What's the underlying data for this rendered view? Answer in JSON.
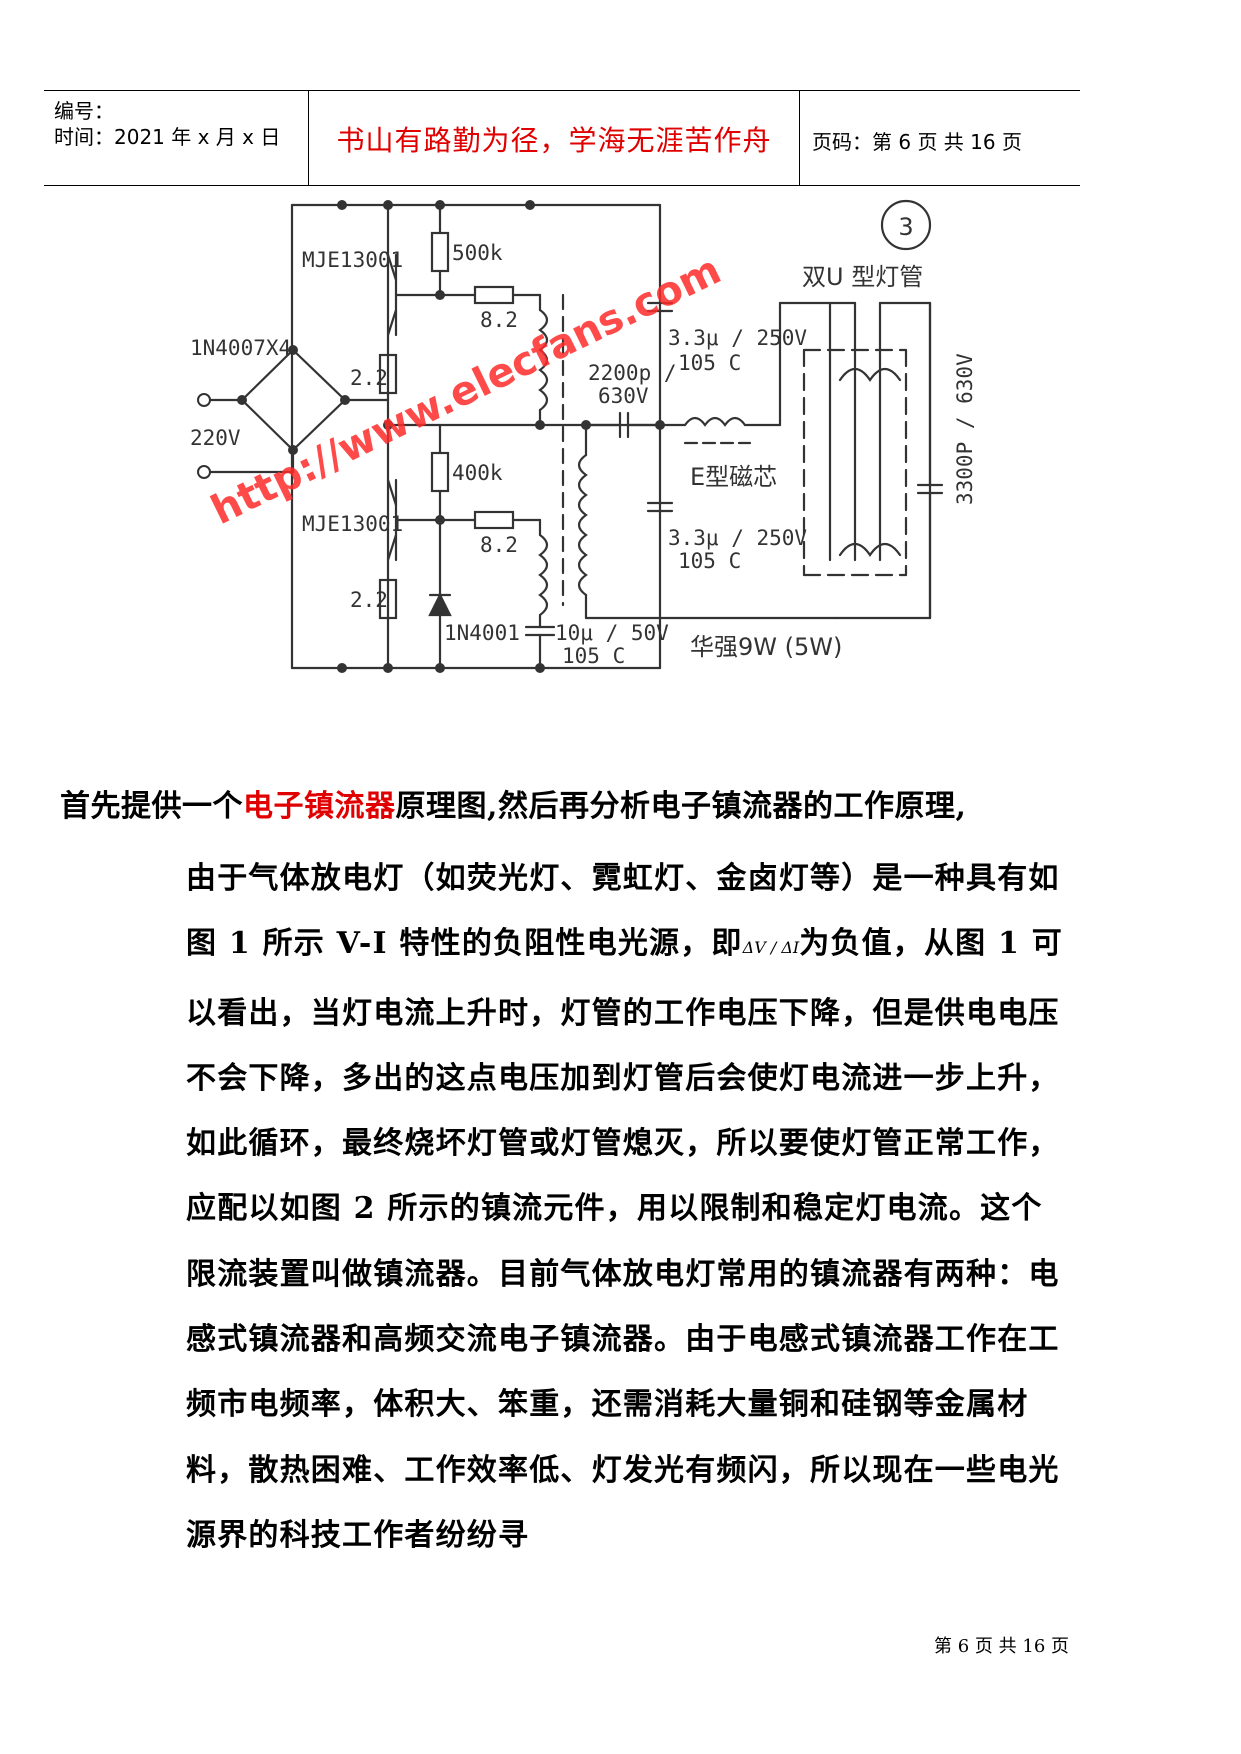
{
  "header": {
    "number_label": "编号：",
    "time_label": "时间：2021 年 x 月 x 日",
    "motto": "书山有路勤为径，学海无涯苦作舟",
    "page_label": "页码：第 6 页  共 16 页"
  },
  "diagram": {
    "figure_number": "3",
    "labels": {
      "t1": "MJE13001",
      "t2": "MJE13001",
      "r500k": "500k",
      "r400k": "400k",
      "r82a": "8.2",
      "r82b": "8.2",
      "r22a": "2.2",
      "r22b": "2.2",
      "bridge": "1N4007X4",
      "input": "220V",
      "c1a": "3.3μ / 250V",
      "c1b": "105  C",
      "c2a": "3.3μ / 250V",
      "c2b": "105  C",
      "c3a": "2200p /",
      "c3b": "630V",
      "core": "E型磁芯",
      "lamp": "双U 型灯管",
      "c4": "3300P / 630V",
      "diode": "1N4001",
      "c5a": "10μ / 50V",
      "c5b": "105  C",
      "model": "华强9W (5W)"
    },
    "watermark": "http://www.elecfans.com"
  },
  "body": {
    "lead_pre": "首先提供一个",
    "lead_link": "电子镇流器",
    "lead_post": "原理图,然后再分析电子镇流器的工作原理,",
    "para_a": "由于气体放电灯（如荧光灯、霓虹灯、金卤灯等）是一种具有如图 1 所示 V-I 特性的负阻性电光源，即",
    "para_formula": "ΔV / ΔI",
    "para_b": "为负值，从图 1 可以看出，当灯电流上升时，灯管的工作电压下降，但是供电电压不会下降，多出的这点电压加到灯管后会使灯电流进一步上升，如此循环，最终烧坏灯管或灯管熄灭，所以要使灯管正常工作，应配以如图 2 所示的镇流元件，用以限制和稳定灯电流。这个限流装置叫做镇流器。目前气体放电灯常用的镇流器有两种：电感式镇流器和高频交流电子镇流器。由于电感式镇流器工作在工频市电频率，体积大、笨重，还需消耗大量铜和硅钢等金属材料，散热困难、工作效率低、灯发光有频闪，所以现在一些电光源界的科技工作者纷纷寻"
  },
  "footer": {
    "page": "第 6 页 共 16 页"
  }
}
